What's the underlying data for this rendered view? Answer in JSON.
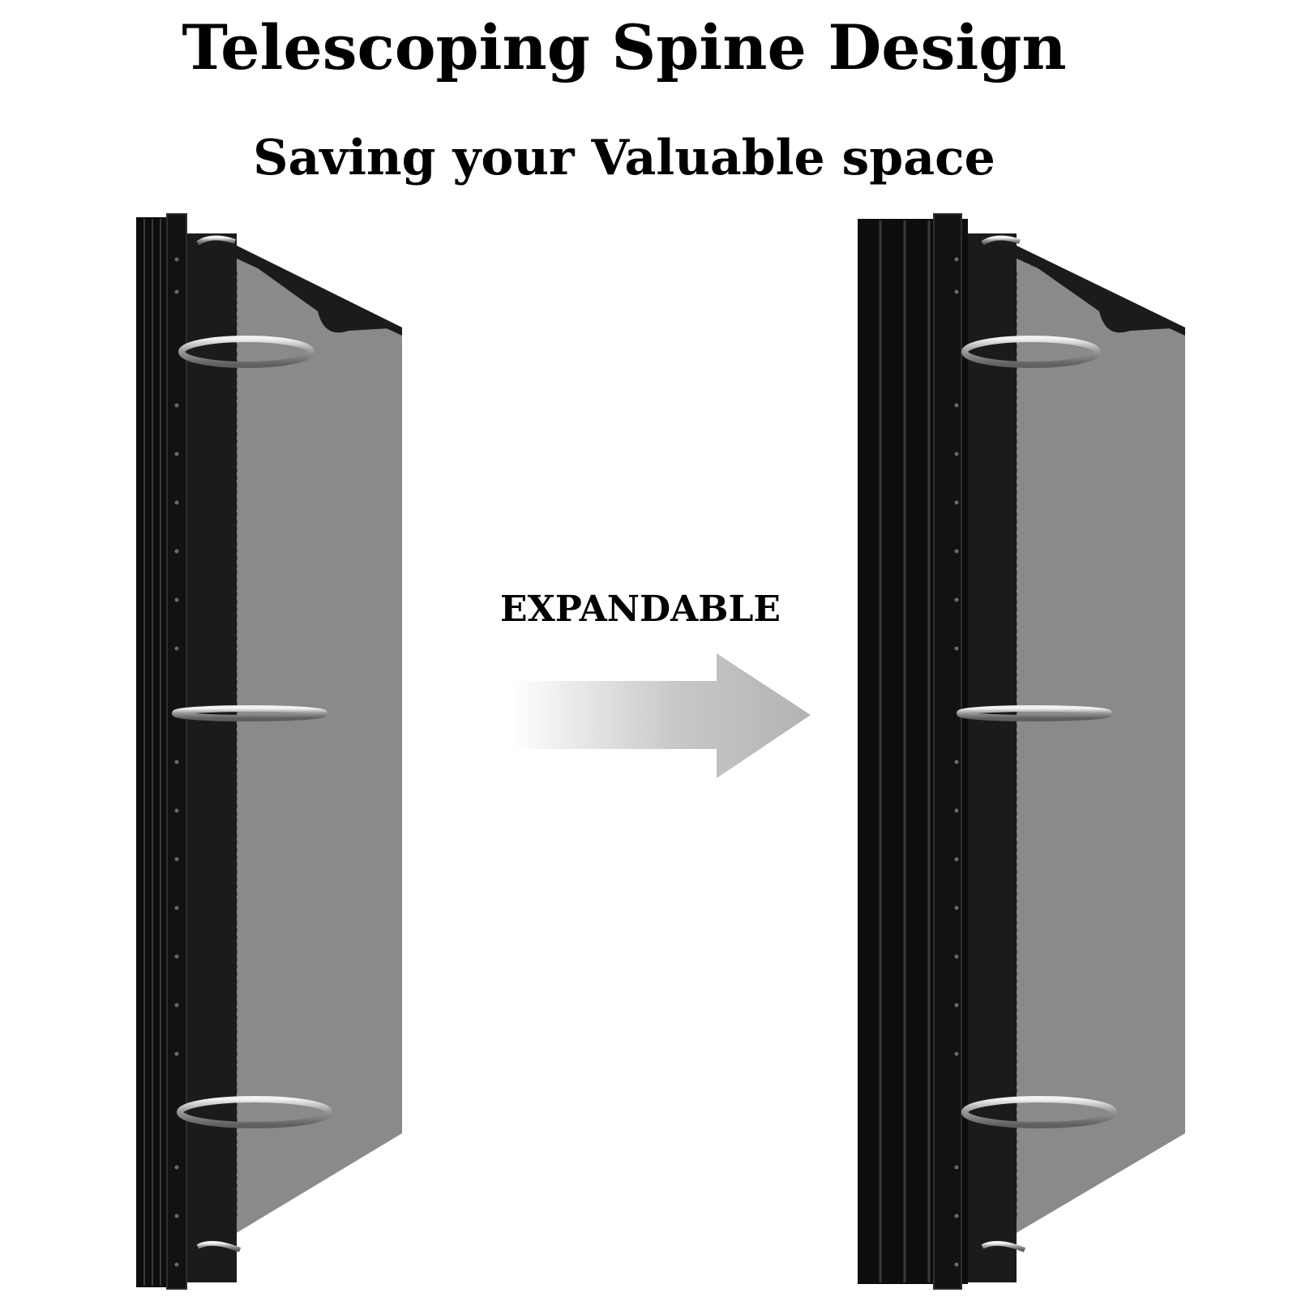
{
  "header": {
    "title": "Telescoping Spine Design",
    "subtitle": "Saving your Valuable space"
  },
  "arrow": {
    "label": "EXPANDABLE"
  },
  "colors": {
    "background": "#ffffff",
    "text": "#000000",
    "binder_spine": "#1a1a1a",
    "binder_cover": "#8a8a8a",
    "ring_metal": "#b8b8b8",
    "arrow": "#b3b3b3"
  },
  "binders": [
    {
      "state": "collapsed",
      "ring_count": 3
    },
    {
      "state": "expanded",
      "ring_count": 3
    }
  ]
}
